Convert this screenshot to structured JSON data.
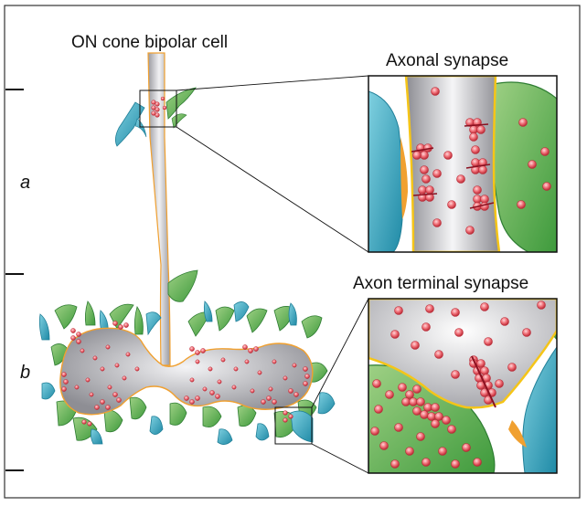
{
  "figure": {
    "cell_label": "ON cone bipolar cell",
    "inset_top_title": "Axonal synapse",
    "inset_bottom_title": "Axon terminal synapse",
    "layer_a": "a",
    "layer_b": "b"
  },
  "colors": {
    "frame": "#333333",
    "axon_outline": "#f0a030",
    "membrane_yellow": "#f5c518",
    "vesicle": "#e0505a",
    "ribbon": "#8b1020",
    "green_process": "#5aa64a",
    "green_dark": "#2e7d32",
    "teal_process": "#2a9db5",
    "cell_gray": "#b8b8bc"
  }
}
